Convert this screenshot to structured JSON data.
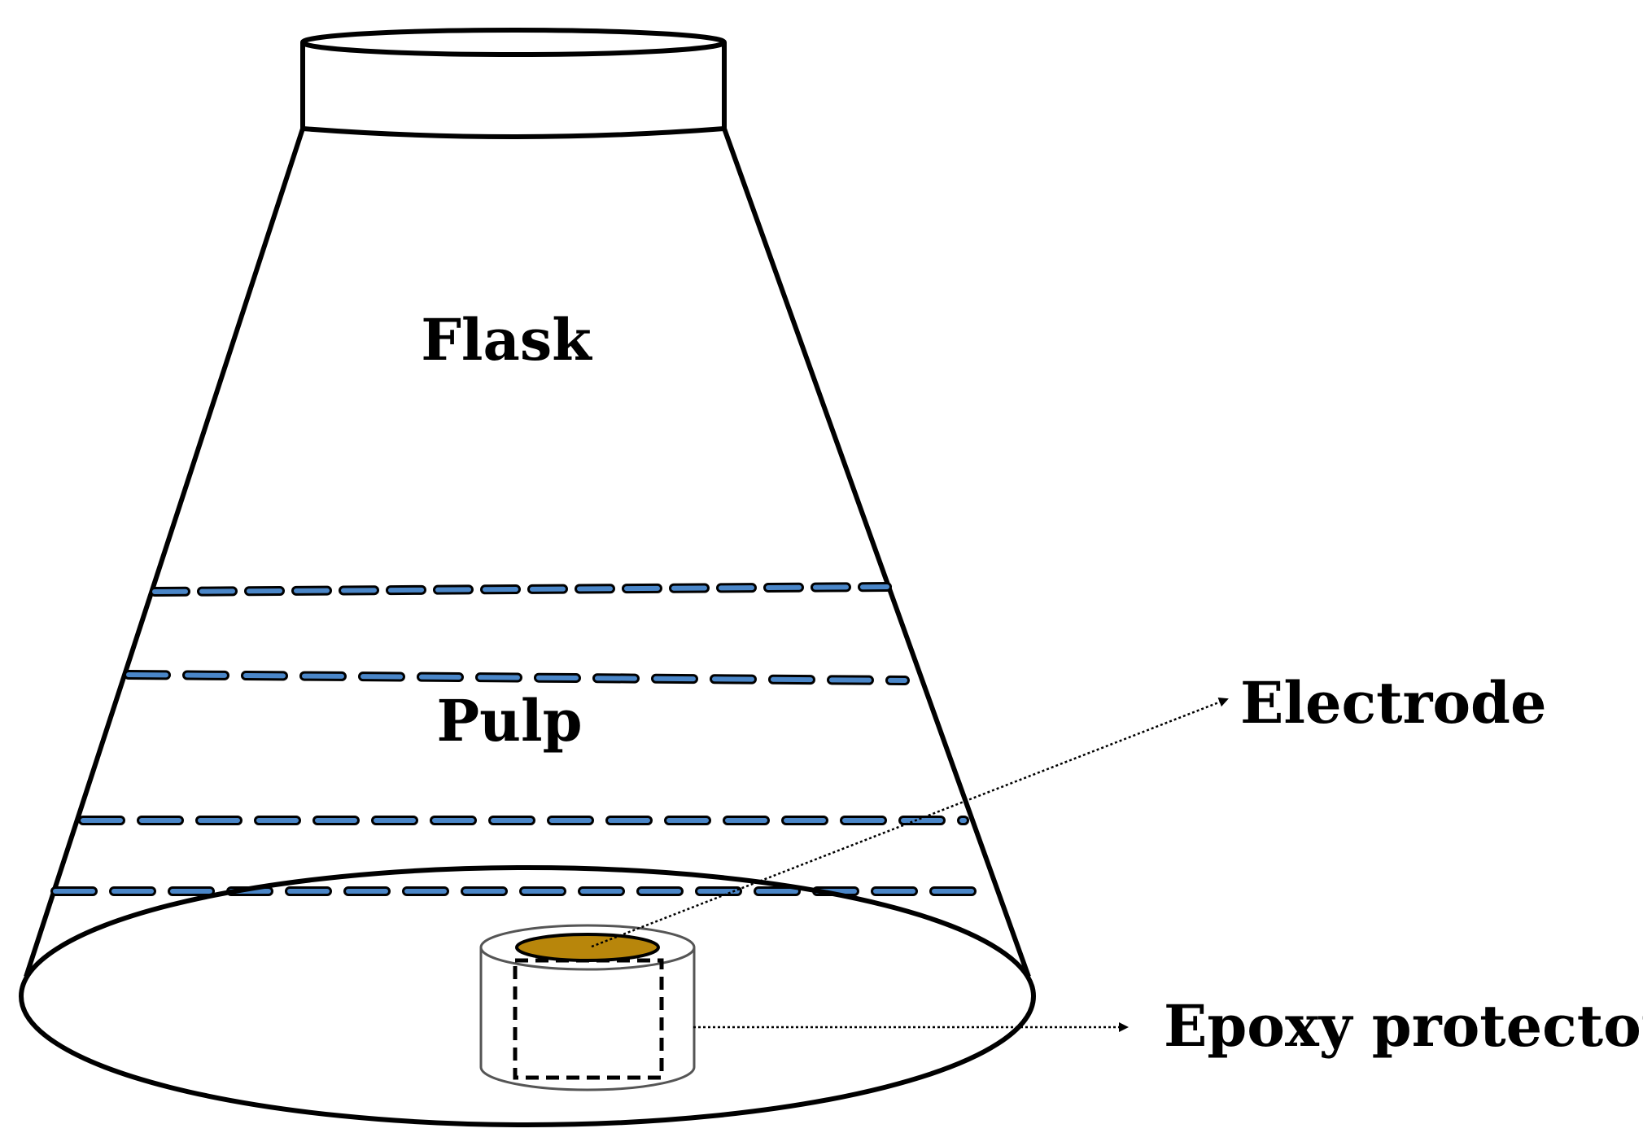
{
  "labels": {
    "flask": "Flask",
    "pulp": "Pulp",
    "electrode": "Electrode",
    "epoxy_protector": "Epoxy protector"
  },
  "colors": {
    "outline": "#000000",
    "background": "#ffffff",
    "dashed_level": "#4a86c8",
    "electrode_fill": "#b8860b"
  },
  "icons": {
    "flask": "conical-flask-outline",
    "electrode": "electrode-disc",
    "epoxy_protector": "cylinder-outline",
    "pointer": "dotted-arrow"
  }
}
